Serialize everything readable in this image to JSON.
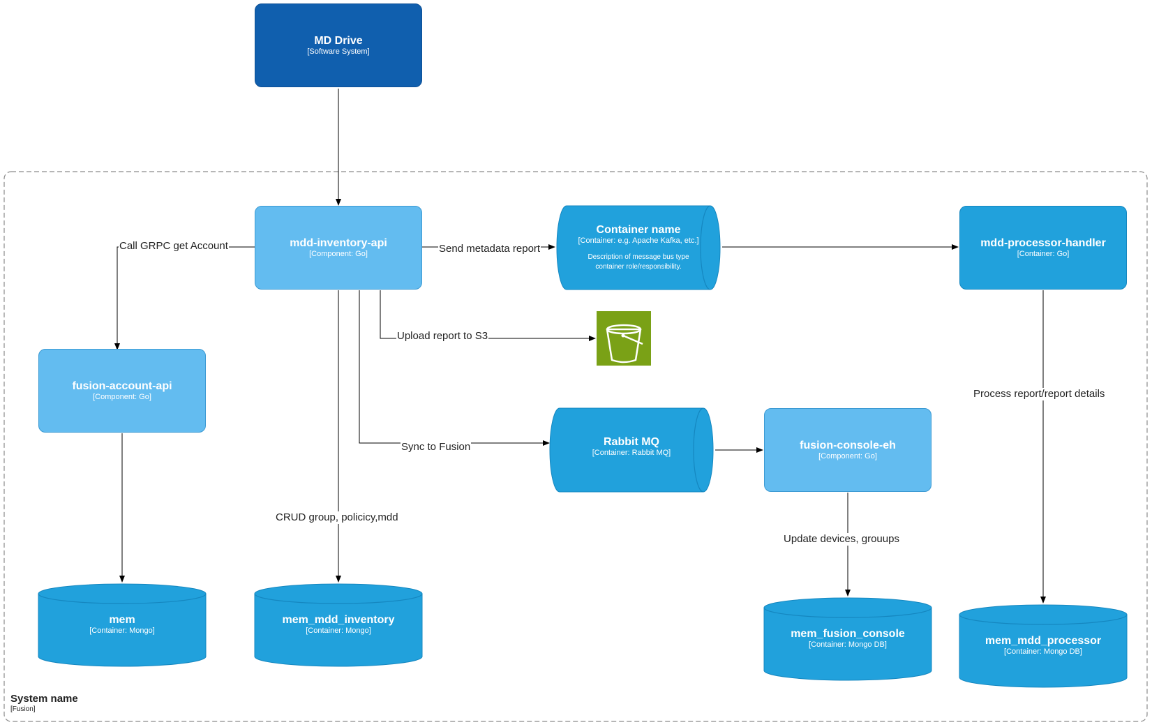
{
  "nodes": {
    "md_drive": {
      "title": "MD Drive",
      "subtitle": "[Software System]"
    },
    "mdd_inventory_api": {
      "title": "mdd-inventory-api",
      "subtitle": "[Component: Go]"
    },
    "container_name": {
      "title": "Container name",
      "subtitle": "[Container: e.g. Apache Kafka, etc.]",
      "description": "Description of message bus type container role/responsibility."
    },
    "mdd_processor_handler": {
      "title": "mdd-processor-handler",
      "subtitle": "[Container: Go]"
    },
    "fusion_account_api": {
      "title": "fusion-account-api",
      "subtitle": "[Component: Go]"
    },
    "rabbit_mq": {
      "title": "Rabbit MQ",
      "subtitle": "[Container: Rabbit MQ]"
    },
    "fusion_console_eh": {
      "title": "fusion-console-eh",
      "subtitle": "[Component: Go]"
    },
    "mem": {
      "title": "mem",
      "subtitle": "[Container: Mongo]"
    },
    "mem_mdd_inventory": {
      "title": "mem_mdd_inventory",
      "subtitle": "[Container: Mongo]"
    },
    "mem_fusion_console": {
      "title": "mem_fusion_console",
      "subtitle": "[Container: Mongo DB]"
    },
    "mem_mdd_processor": {
      "title": "mem_mdd_processor",
      "subtitle": "[Container: Mongo DB]"
    }
  },
  "edges": {
    "call_grpc": "Call GRPC get Account",
    "send_metadata": "Send metadata report",
    "upload_s3": "Upload report to S3",
    "sync_fusion": "Sync to Fusion",
    "crud": "CRUD group, policicy,mdd",
    "update_devices": "Update devices, grouups",
    "process_report": "Process report/report details"
  },
  "boundary": {
    "title": "System name",
    "subtitle": "[Fusion]"
  },
  "icons": {
    "s3_bucket": "s3-bucket-icon"
  },
  "colors": {
    "dark_blue": "#105fae",
    "light_blue": "#63bcf0",
    "mid_blue": "#21a1dc",
    "s3_green": "#7aa116"
  }
}
